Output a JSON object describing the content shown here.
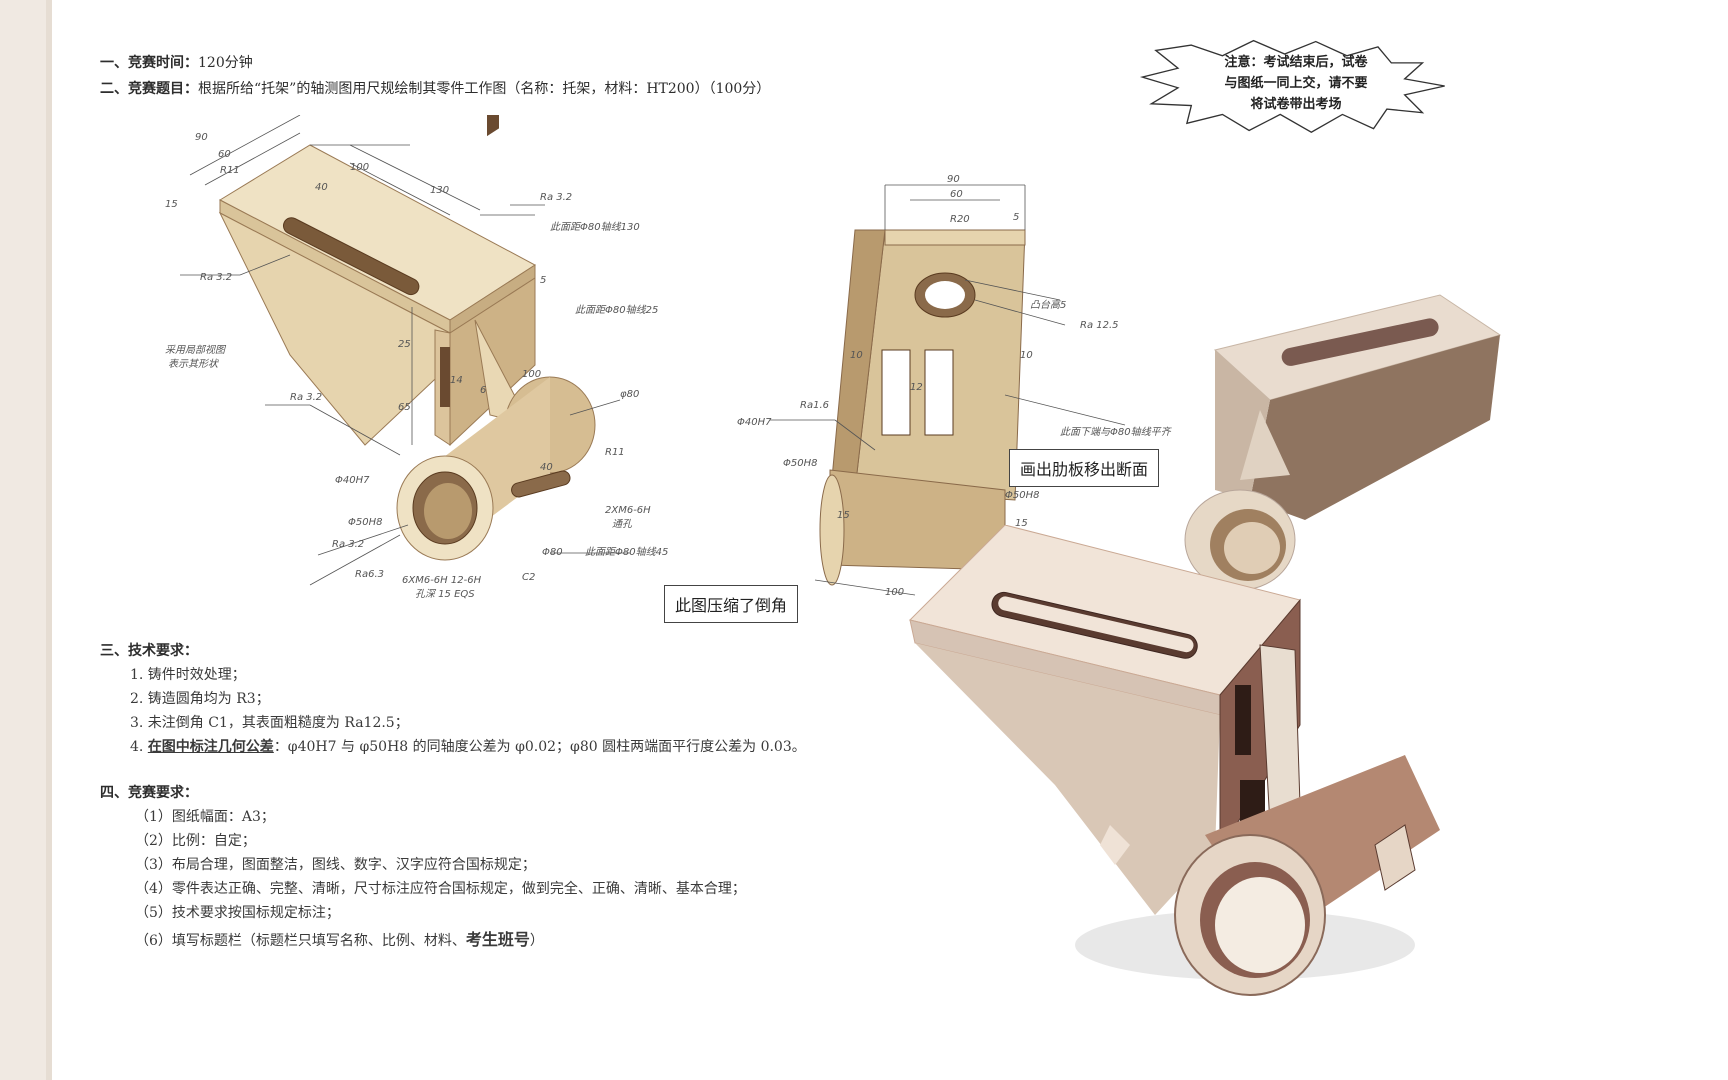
{
  "header_ghost": "",
  "sections": {
    "s1": {
      "label": "一、竞赛时间：",
      "value": "120分钟"
    },
    "s2": {
      "label": "二、竞赛题目：",
      "value": "根据所给“托架”的轴测图用尺规绘制其零件工作图（名称：托架，材料：HT200）（100分）"
    },
    "s3": {
      "label": "三、技术要求：",
      "items": [
        "1. 铸件时效处理；",
        "2. 铸造圆角均为 R3；",
        "3. 未注倒角 C1，其表面粗糙度为 Ra12.5；"
      ],
      "item4_label": "4. ",
      "item4_underlined": "在图中标注几何公差",
      "item4_rest": "：φ40H7 与 φ50H8 的同轴度公差为 φ0.02；φ80 圆柱两端面平行度公差为 0.03。"
    },
    "s4": {
      "label": "四、竞赛要求：",
      "items": [
        "（1）图纸幅面：A3；",
        "（2）比例：自定；",
        "（3）布局合理，图面整洁，图线、数字、汉字应符合国标规定；",
        "（4）零件表达正确、完整、清晰，尺寸标注应符合国标规定，做到完全、正确、清晰、基本合理；",
        "（5）技术要求按国标规定标注；"
      ],
      "item6_a": "（6）填写标题栏（标题栏只填写名称、比例、材料、",
      "item6_b": "考生班号",
      "item6_c": "）"
    }
  },
  "notice": {
    "lines": [
      "注意：考试结束后，试卷",
      "与图纸一同上交，请不要",
      "将试卷带出考场"
    ]
  },
  "callouts": {
    "rib_section": "画出肋板移出断面",
    "chamfer": "此图压缩了倒角"
  },
  "drawing1_labels": {
    "d90": "90",
    "d60": "60",
    "d100": "100",
    "d130": "130",
    "r11": "R11",
    "d40": "40",
    "d15": "15",
    "ra32a": "Ra 3.2",
    "ra32b": "Ra 3.2",
    "ra32c": "Ra 3.2",
    "ra32d": "Ra 3.2",
    "ra63": "Ra6.3",
    "n1": "此面距Φ80轴线130",
    "n2": "此面距Φ80轴线25",
    "n3": "此面距Φ80轴线45",
    "n4": "采用局部视图",
    "n5": "表示其形状",
    "d25": "25",
    "d65": "65",
    "d14": "14",
    "d6": "6",
    "d100b": "100",
    "phi80": "φ80",
    "r11b": "R11",
    "phi40": "Φ40H7",
    "phi50": "Φ50H8",
    "d40b": "40",
    "m6": "2XM6-6H",
    "m6b": "通孔",
    "phi80b": "Φ80",
    "c2": "C2",
    "m6c": "6XM6-6H 12-6H",
    "m6d": "孔深 15 EQS",
    "d5": "5"
  },
  "drawing2_labels": {
    "d90": "90",
    "d60": "60",
    "r20": "R20",
    "d5": "5",
    "boss": "凸台高5",
    "ra125": "Ra 12.5",
    "d10a": "10",
    "d10b": "10",
    "d12": "12",
    "phi40": "Φ40H7",
    "ra16": "Ra1.6",
    "phi50": "Φ50H8",
    "n1": "此面下端与Φ80轴线平齐",
    "phi50b": "Φ50H8",
    "d15": "15",
    "d15b": "15",
    "d100": "100"
  },
  "colors": {
    "part_light": "#efe2c4",
    "part_mid": "#d9c49a",
    "part_dark": "#b89a6e",
    "part_shadow": "#8a6a4a",
    "render_face": "#e9dccf",
    "render_dark": "#7a5a50",
    "render_edge": "#5a3b30"
  }
}
